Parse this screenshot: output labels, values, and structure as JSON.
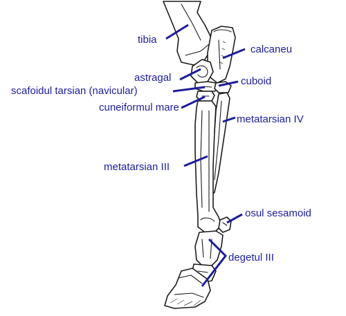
{
  "labels": {
    "tibia": "tibia",
    "calcaneu": "calcaneu",
    "astragal": "astragal",
    "cuboid": "cuboid",
    "scafoidul": "scafoidul tarsian  (navicular)",
    "cuneiformul": "cuneiformul  mare",
    "metatarsian_iv": "metatarsian IV",
    "metatarsian_iii": "metatarsian III",
    "osul_sesamoid": "osul  sesamoid",
    "degetul_iii": "degetul III"
  },
  "colors": {
    "label": "#1c1c9c",
    "outline": "#1a1a1a"
  }
}
